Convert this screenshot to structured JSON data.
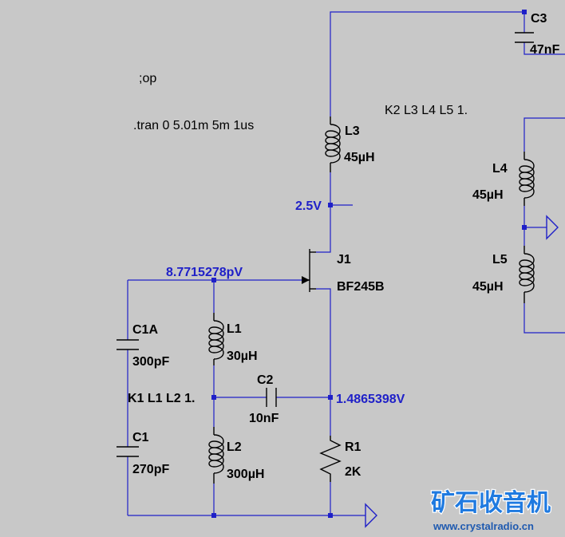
{
  "directives": {
    "op": ";op",
    "tran": ".tran 0 5.01m 5m 1us",
    "k2": "K2 L3 L4 L5 1.",
    "k1": "K1 L1 L2 1."
  },
  "components": {
    "C3": {
      "ref": "C3",
      "value": "47nF"
    },
    "L3": {
      "ref": "L3",
      "value": "45µH"
    },
    "L4": {
      "ref": "L4",
      "value": "45µH"
    },
    "L5": {
      "ref": "L5",
      "value": "45µH"
    },
    "J1": {
      "ref": "J1",
      "value": "BF245B"
    },
    "C1A": {
      "ref": "C1A",
      "value": "300pF"
    },
    "C1": {
      "ref": "C1",
      "value": "270pF"
    },
    "L1": {
      "ref": "L1",
      "value": "30µH"
    },
    "L2": {
      "ref": "L2",
      "value": "300µH"
    },
    "C2": {
      "ref": "C2",
      "value": "10nF"
    },
    "R1": {
      "ref": "R1",
      "value": "2K"
    }
  },
  "voltages": {
    "drain": "2.5V",
    "gate": "8.7715278pV",
    "source": "1.4865398V"
  },
  "watermark": {
    "brand": "矿石收音机",
    "url": "www.crystalradio.cn"
  },
  "colors": {
    "background": "#c8c8c8",
    "wire": "#1f20c8",
    "component": "#000000",
    "watermark": "#1f7ae0"
  }
}
